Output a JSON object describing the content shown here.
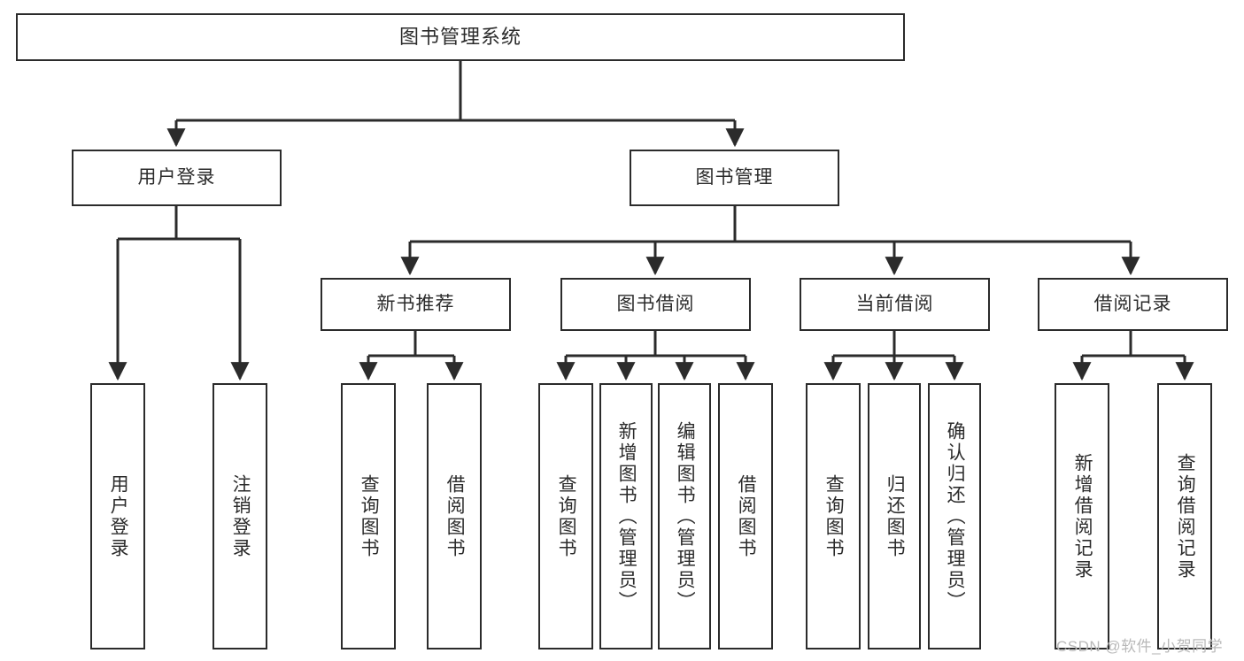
{
  "diagram": {
    "title": "图书管理系统",
    "type": "tree-hierarchy",
    "watermark": "CSDN @软件_小贺同学",
    "colors": {
      "stroke": "#2b2b2b",
      "fill": "#ffffff",
      "text": "#2b2b2b",
      "watermark": "#b9b9b9"
    },
    "root": {
      "label": "图书管理系统"
    },
    "level2": [
      {
        "label": "用户登录"
      },
      {
        "label": "图书管理"
      }
    ],
    "level3": [
      {
        "label": "新书推荐"
      },
      {
        "label": "图书借阅"
      },
      {
        "label": "当前借阅"
      },
      {
        "label": "借阅记录"
      }
    ],
    "leaves": {
      "user_login": [
        {
          "label": "用户登录"
        },
        {
          "label": "注销登录"
        }
      ],
      "new_book_recommend": [
        {
          "label": "查询图书"
        },
        {
          "label": "借阅图书"
        }
      ],
      "book_borrow": [
        {
          "label": "查询图书"
        },
        {
          "label": "新增图书（管理员）"
        },
        {
          "label": "编辑图书（管理员）"
        },
        {
          "label": "借阅图书"
        }
      ],
      "current_borrow": [
        {
          "label": "查询图书"
        },
        {
          "label": "归还图书"
        },
        {
          "label": "确认归还（管理员）"
        }
      ],
      "borrow_record": [
        {
          "label": "新增借阅记录"
        },
        {
          "label": "查询借阅记录"
        }
      ]
    }
  }
}
